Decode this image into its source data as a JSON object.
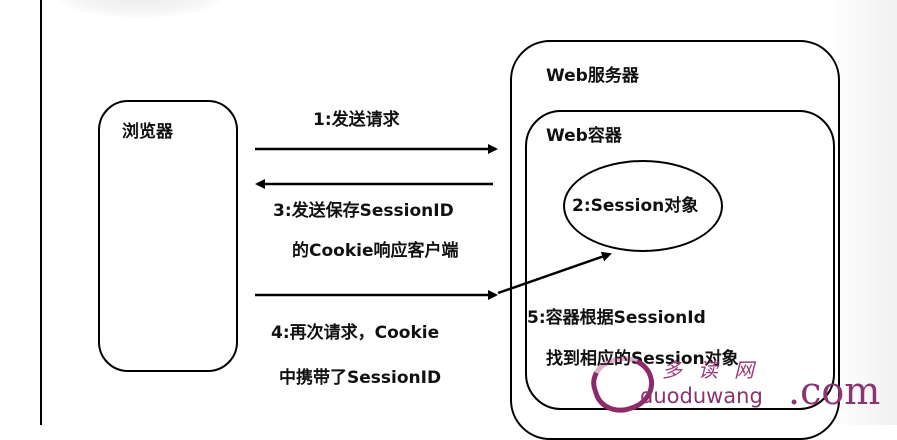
{
  "nodes": {
    "browser": "浏览器",
    "web_server": "Web服务器",
    "web_container": "Web容器",
    "session_object": "2:Session对象"
  },
  "edges": {
    "step1": "1:发送请求",
    "step3_line1": "3:发送保存SessionID",
    "step3_line2": "的Cookie响应客户端",
    "step4_line1": "4:再次请求，Cookie",
    "step4_line2": "中携带了SessionID",
    "step5_line1": "5:容器根据SessionId",
    "step5_line2": "找到相应的Session对象"
  },
  "watermark": {
    "chinese": "多读网",
    "domain": "duoduwang",
    "tld": ".com"
  }
}
